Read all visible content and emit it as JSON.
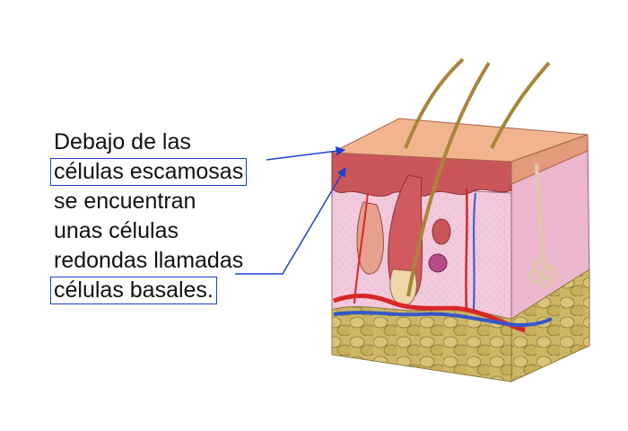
{
  "caption": {
    "line_1": "Debajo de las",
    "line_2": "células escamosas",
    "line_3": "se encuentran",
    "line_4": "unas células",
    "line_5": "redondas llamadas",
    "line_6": "células basales."
  },
  "colors": {
    "arrow": "#1f3fd0",
    "epidermis_top": "#f2b48e",
    "epidermis_basal": "#c9575a",
    "dermis": "#f3c9dc",
    "fat": "#cdb766",
    "artery": "#d62828",
    "vein": "#3557c9",
    "hair": "#a8853a"
  }
}
